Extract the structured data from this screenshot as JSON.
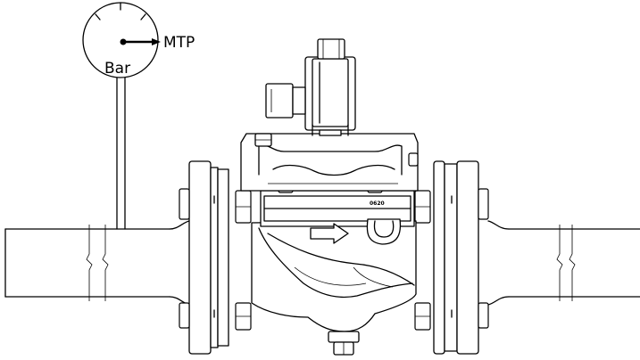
{
  "gauge": {
    "unit_label": "Bar",
    "point_label": "MTP"
  },
  "valve": {
    "marking": "0620"
  },
  "icons": {
    "gauge": "pressure-gauge-icon",
    "solenoid": "solenoid-coil-icon",
    "flow": "flow-direction-arrow-icon"
  }
}
